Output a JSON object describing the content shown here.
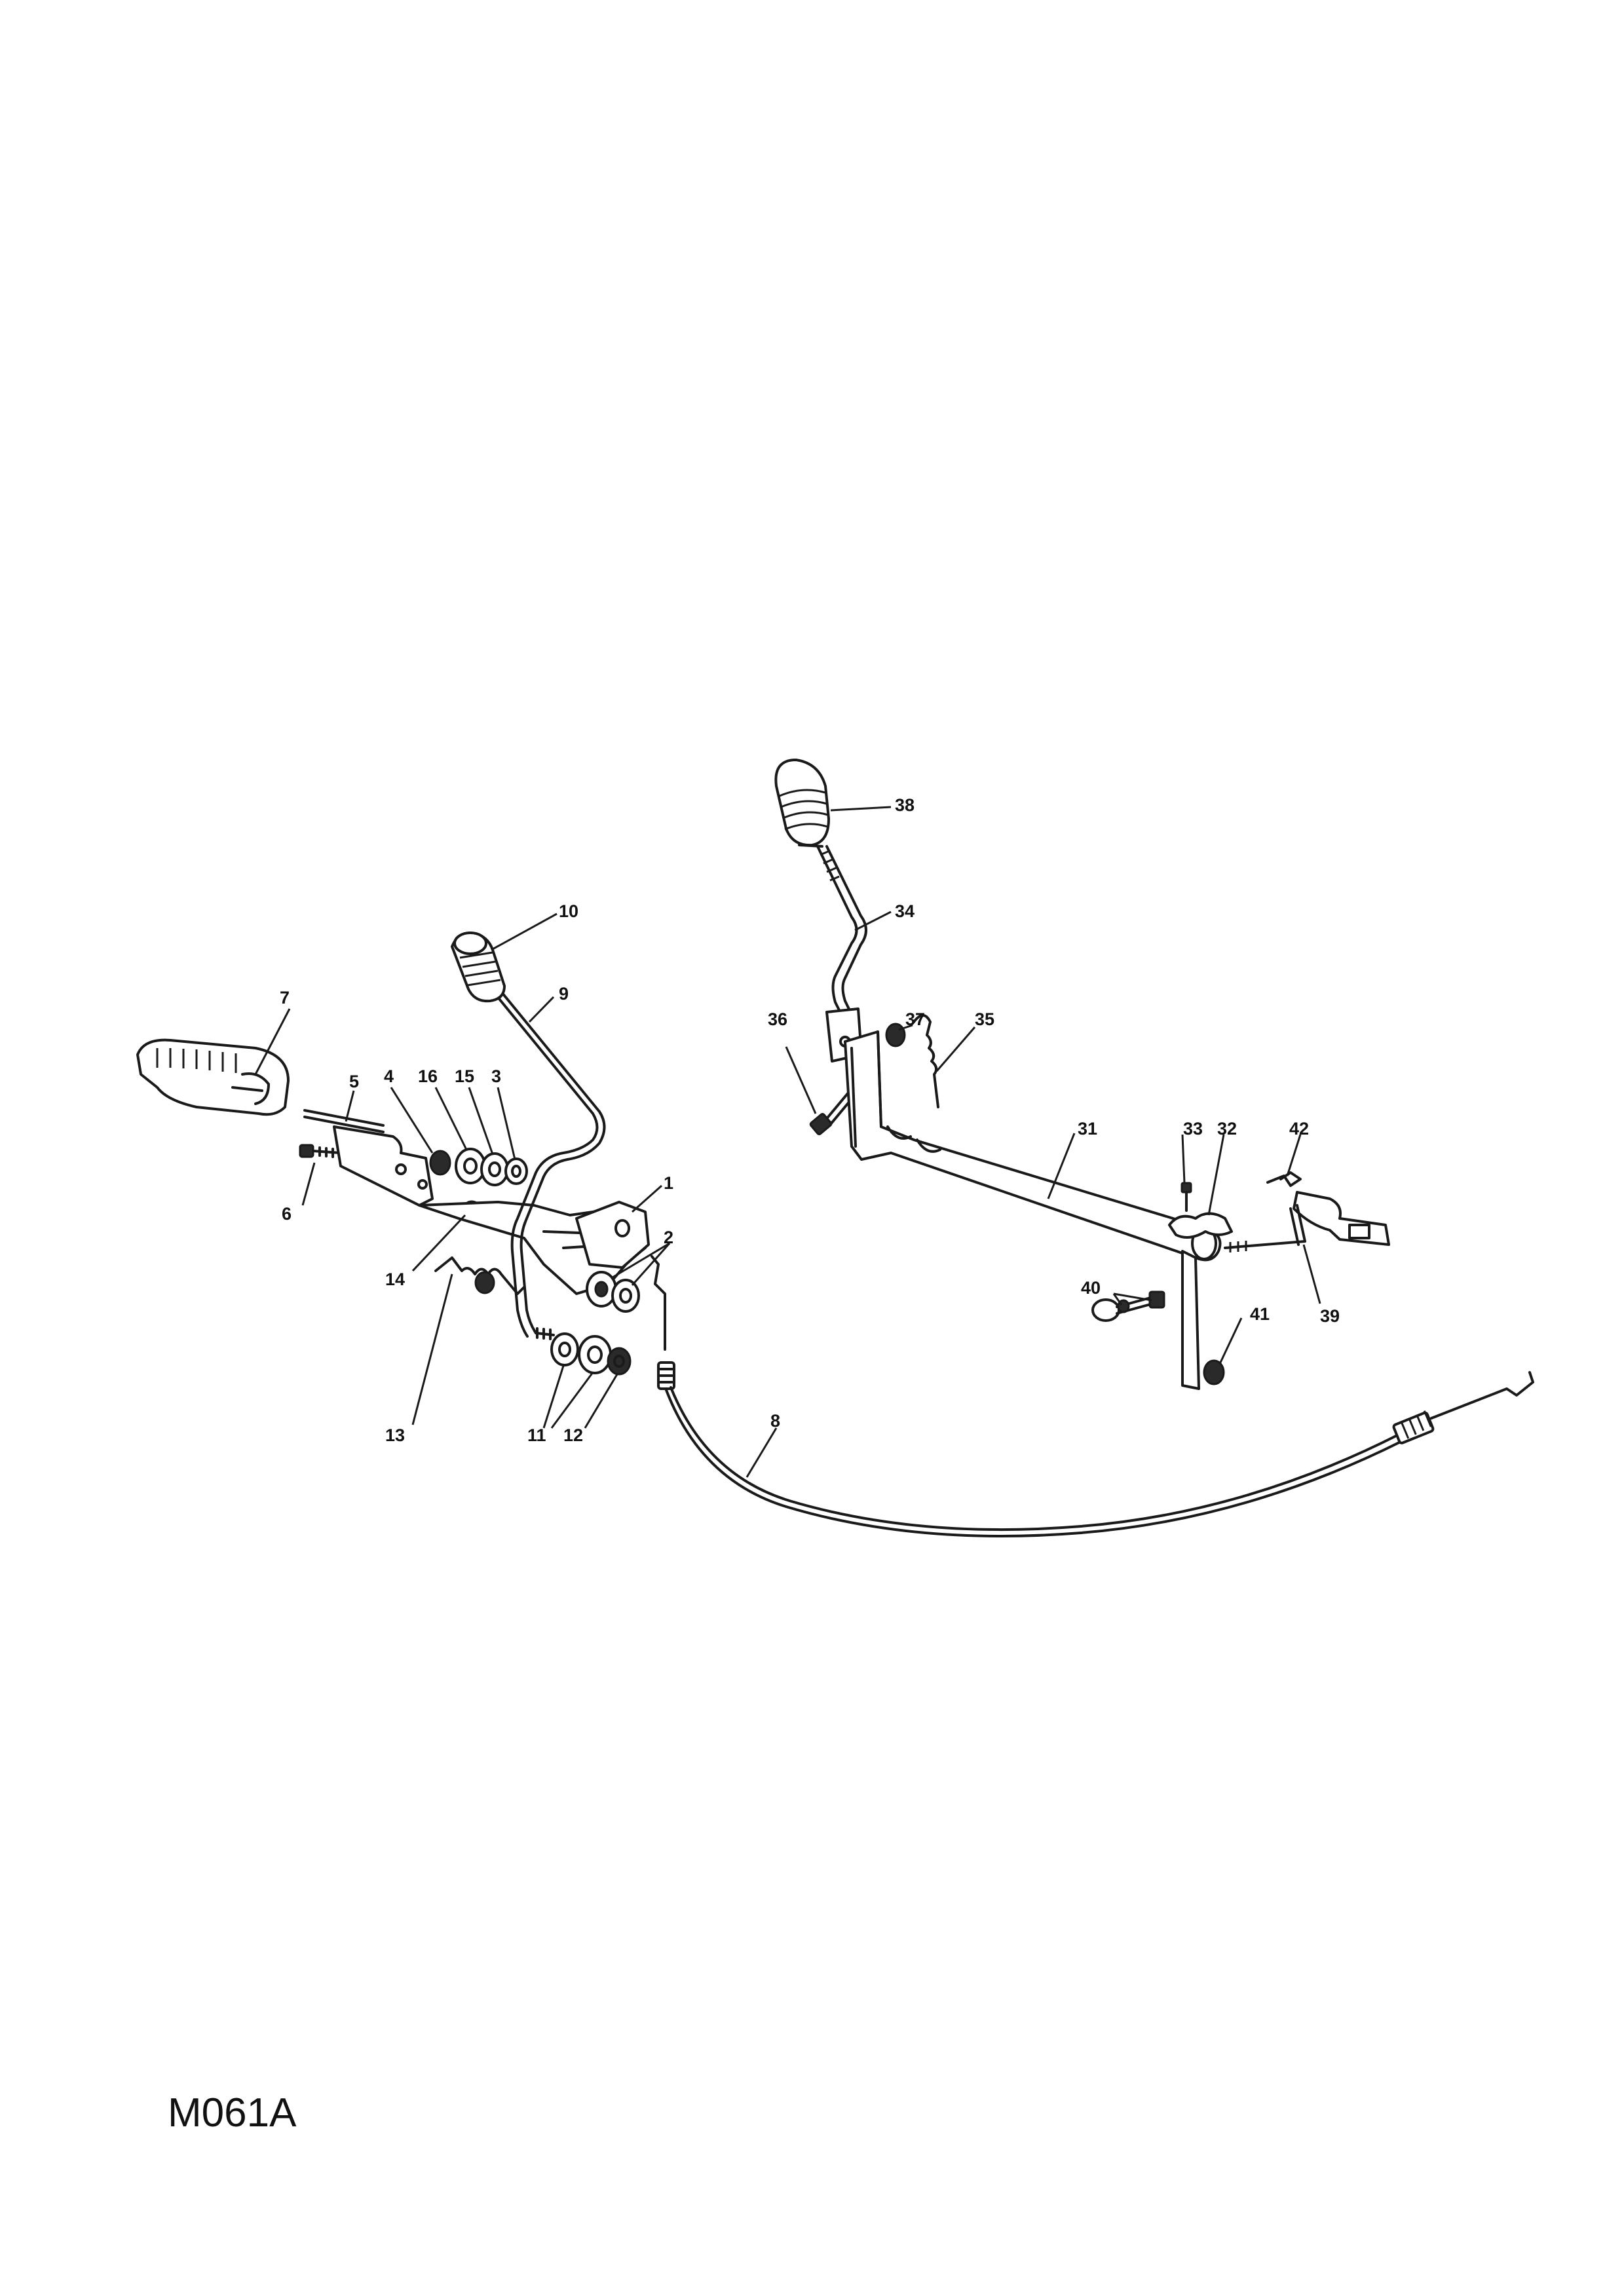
{
  "drawing": {
    "code": "M061A"
  },
  "callouts": [
    {
      "id": "c1",
      "label": "1"
    },
    {
      "id": "c2",
      "label": "2"
    },
    {
      "id": "c3",
      "label": "3"
    },
    {
      "id": "c4",
      "label": "4"
    },
    {
      "id": "c5",
      "label": "5"
    },
    {
      "id": "c6",
      "label": "6"
    },
    {
      "id": "c7",
      "label": "7"
    },
    {
      "id": "c8",
      "label": "8"
    },
    {
      "id": "c9",
      "label": "9"
    },
    {
      "id": "c10",
      "label": "10"
    },
    {
      "id": "c11",
      "label": "11"
    },
    {
      "id": "c12",
      "label": "12"
    },
    {
      "id": "c13",
      "label": "13"
    },
    {
      "id": "c14",
      "label": "14"
    },
    {
      "id": "c15",
      "label": "15"
    },
    {
      "id": "c16",
      "label": "16"
    },
    {
      "id": "c31",
      "label": "31"
    },
    {
      "id": "c32",
      "label": "32"
    },
    {
      "id": "c33",
      "label": "33"
    },
    {
      "id": "c34",
      "label": "34"
    },
    {
      "id": "c35",
      "label": "35"
    },
    {
      "id": "c36",
      "label": "36"
    },
    {
      "id": "c37",
      "label": "37"
    },
    {
      "id": "c38",
      "label": "38"
    },
    {
      "id": "c39",
      "label": "39"
    },
    {
      "id": "c40",
      "label": "40"
    },
    {
      "id": "c41",
      "label": "41"
    },
    {
      "id": "c42",
      "label": "42"
    }
  ]
}
